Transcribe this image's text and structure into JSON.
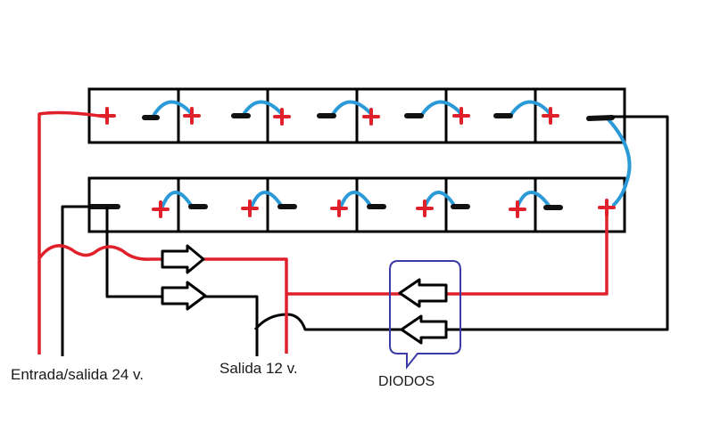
{
  "labels": {
    "input_output": "Entrada/salida 24 v.",
    "output": "Salida 12 v.",
    "diodes": "DIODOS"
  },
  "colors": {
    "positive_wire": "#e0202a",
    "negative_wire": "#000000",
    "jumper": "#2a9ad8",
    "diode_outline": "#3a3aa8",
    "terminal_negative": "#111111"
  },
  "icons": [
    "plus-terminal-icon",
    "minus-terminal-icon",
    "arrow-right-icon",
    "arrow-left-icon"
  ]
}
